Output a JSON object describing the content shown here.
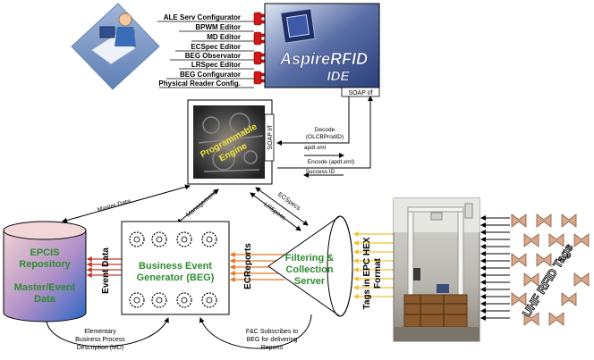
{
  "ide": {
    "brand_name": "AspireRFID",
    "brand_sub": "IDE",
    "soap_label": "SOAP I/f",
    "tools": [
      "ALE Serv Configurator",
      "BPWM Editor",
      "MD Editor",
      "ECSpec Editor",
      "BEG Observator",
      "LRSpec Editor",
      "BEG Configurator",
      "Physical Reader Config."
    ]
  },
  "engine": {
    "label_line1": "Programmable",
    "label_line2": "Engine",
    "soap_label": "SOAP I/f"
  },
  "flows": {
    "decode_line1": "Decode",
    "decode_line2": "(OLCBProdID)",
    "apdl_xml": "apdl.xml",
    "encode": "Encode (apdl.xml)",
    "success_id": "Success ID",
    "master_data": "Master Data",
    "management": "Management",
    "ecspecs": "ECSpecs",
    "lrspecs": "LRSpecs",
    "event_data": "Event Data",
    "ecreports": "ECReports",
    "tags_line1": "Tags in EPC HEX",
    "tags_line2": "Format",
    "md_line1": "Elementary",
    "md_line2": "Business Process",
    "md_line3": "Description (MD)",
    "fc_line1": "F&C Subscribes to",
    "fc_line2": "BEG for delivering",
    "fc_line3": "Reports"
  },
  "epcis": {
    "line1": "EPCIS",
    "line2": "Repository",
    "line3": "Master/Event",
    "line4": "Data"
  },
  "beg": {
    "line1": "Business Event",
    "line2": "Generator (BEG)"
  },
  "fc": {
    "line1": "Filtering &",
    "line2": "Collection",
    "line3": "Server"
  },
  "tags": {
    "label": "UHF RFID Tags"
  },
  "colors": {
    "arrow_red": "#c0392b",
    "arrow_orange": "#e87722",
    "arrow_yellow": "#f2c230",
    "epcis_top": "#e8c0c4",
    "epcis_bottom": "#3070c0",
    "green_text": "#2e8b2e",
    "tag_fill": "#d8a88c"
  }
}
